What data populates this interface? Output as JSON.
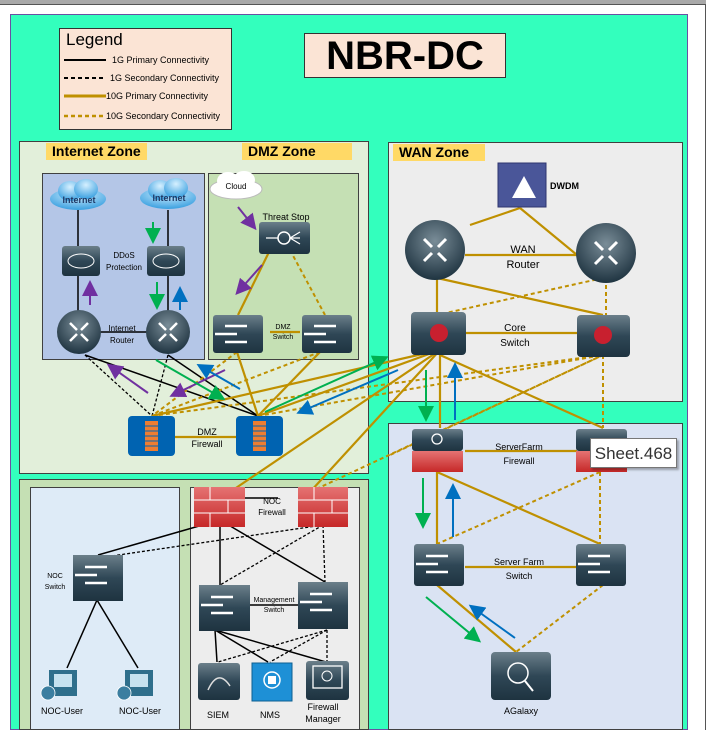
{
  "title": "NBR-DC",
  "legend": {
    "title": "Legend",
    "items": [
      {
        "label": "1G Primary Connectivity",
        "color": "#000000",
        "style": "solid"
      },
      {
        "label": "1G Secondary Connectivity",
        "color": "#000000",
        "style": "dashed"
      },
      {
        "label": "10G Primary Connectivity",
        "color": "#bf9000",
        "style": "solid"
      },
      {
        "label": "10G Secondary Connectivity",
        "color": "#bf9000",
        "style": "dashed"
      }
    ]
  },
  "zones": {
    "internet": "Internet Zone",
    "dmz": "DMZ Zone",
    "wan": "WAN Zone"
  },
  "labels": {
    "internet_cloud": "Internet",
    "ddos": "DDoS\nProtection",
    "internet_router": "Internet\nRouter",
    "cloud": "Cloud",
    "threat_stop": "Threat Stop",
    "dmz_switch": "DMZ\nSwitch",
    "dmz_firewall": "DMZ\nFirewall",
    "dwdm": "DWDM",
    "wan_router": "WAN\nRouter",
    "core_switch": "Core\nSwitch",
    "serverfarm_firewall": "ServerFarm\nFirewall",
    "serverfarm_switch": "Server Farm\nSwitch",
    "agalaxy": "AGalaxy",
    "noc_switch": "NOC\nSwitch",
    "noc_user": "NOC-User",
    "noc_firewall": "NOC\nFirewall",
    "management_switch": "Management\nSwitch",
    "siem": "SIEM",
    "nms": "NMS",
    "firewall_manager": "Firewall\nManager"
  },
  "tooltip": "Sheet.468",
  "colors": {
    "page_bg": "#33ffbd",
    "gold": "#bf9000",
    "green_arrow": "#00b050",
    "blue_arrow": "#0070c0",
    "purple_arrow": "#7030a0",
    "zone_label_bg": "#ffd966",
    "legend_bg": "#fbe4d5"
  }
}
